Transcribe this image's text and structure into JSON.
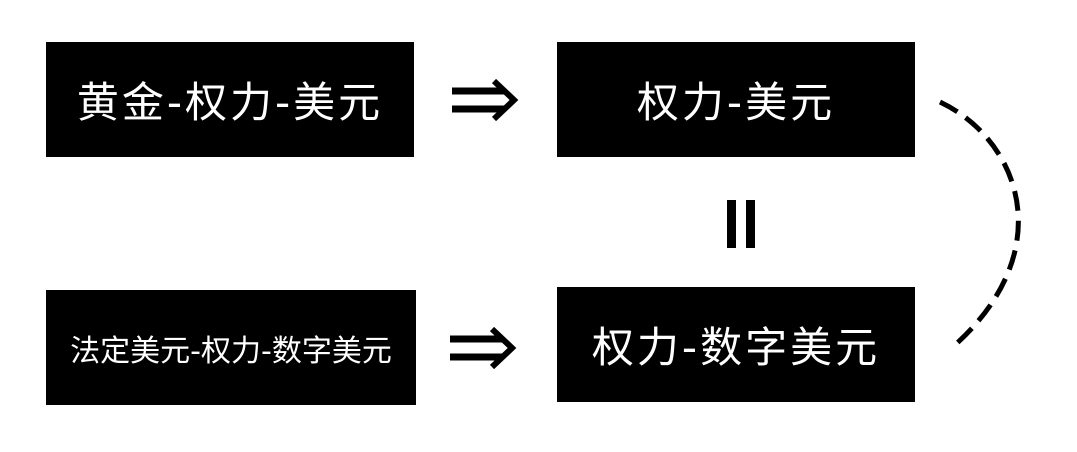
{
  "diagram": {
    "boxes": [
      {
        "id": "gold",
        "label": "黄金-权力-美元"
      },
      {
        "id": "power-dollar",
        "label": "权力-美元"
      },
      {
        "id": "fiat",
        "label": "法定美元-权力-数字美元"
      },
      {
        "id": "power-digital",
        "label": "权力-数字美元"
      }
    ],
    "connectors": [
      {
        "from": "gold",
        "to": "power-dollar",
        "type": "implies-arrow",
        "symbol": "⇒"
      },
      {
        "from": "fiat",
        "to": "power-digital",
        "type": "implies-arrow",
        "symbol": "⇒"
      },
      {
        "from": "power-dollar",
        "to": "power-digital",
        "type": "equals-vertical",
        "symbol": "="
      },
      {
        "from": "power-dollar",
        "to": "power-digital",
        "type": "dashed-curve"
      }
    ],
    "colors": {
      "box_fill": "#000000",
      "box_text": "#ffffff",
      "background": "#ffffff",
      "line": "#000000"
    }
  }
}
